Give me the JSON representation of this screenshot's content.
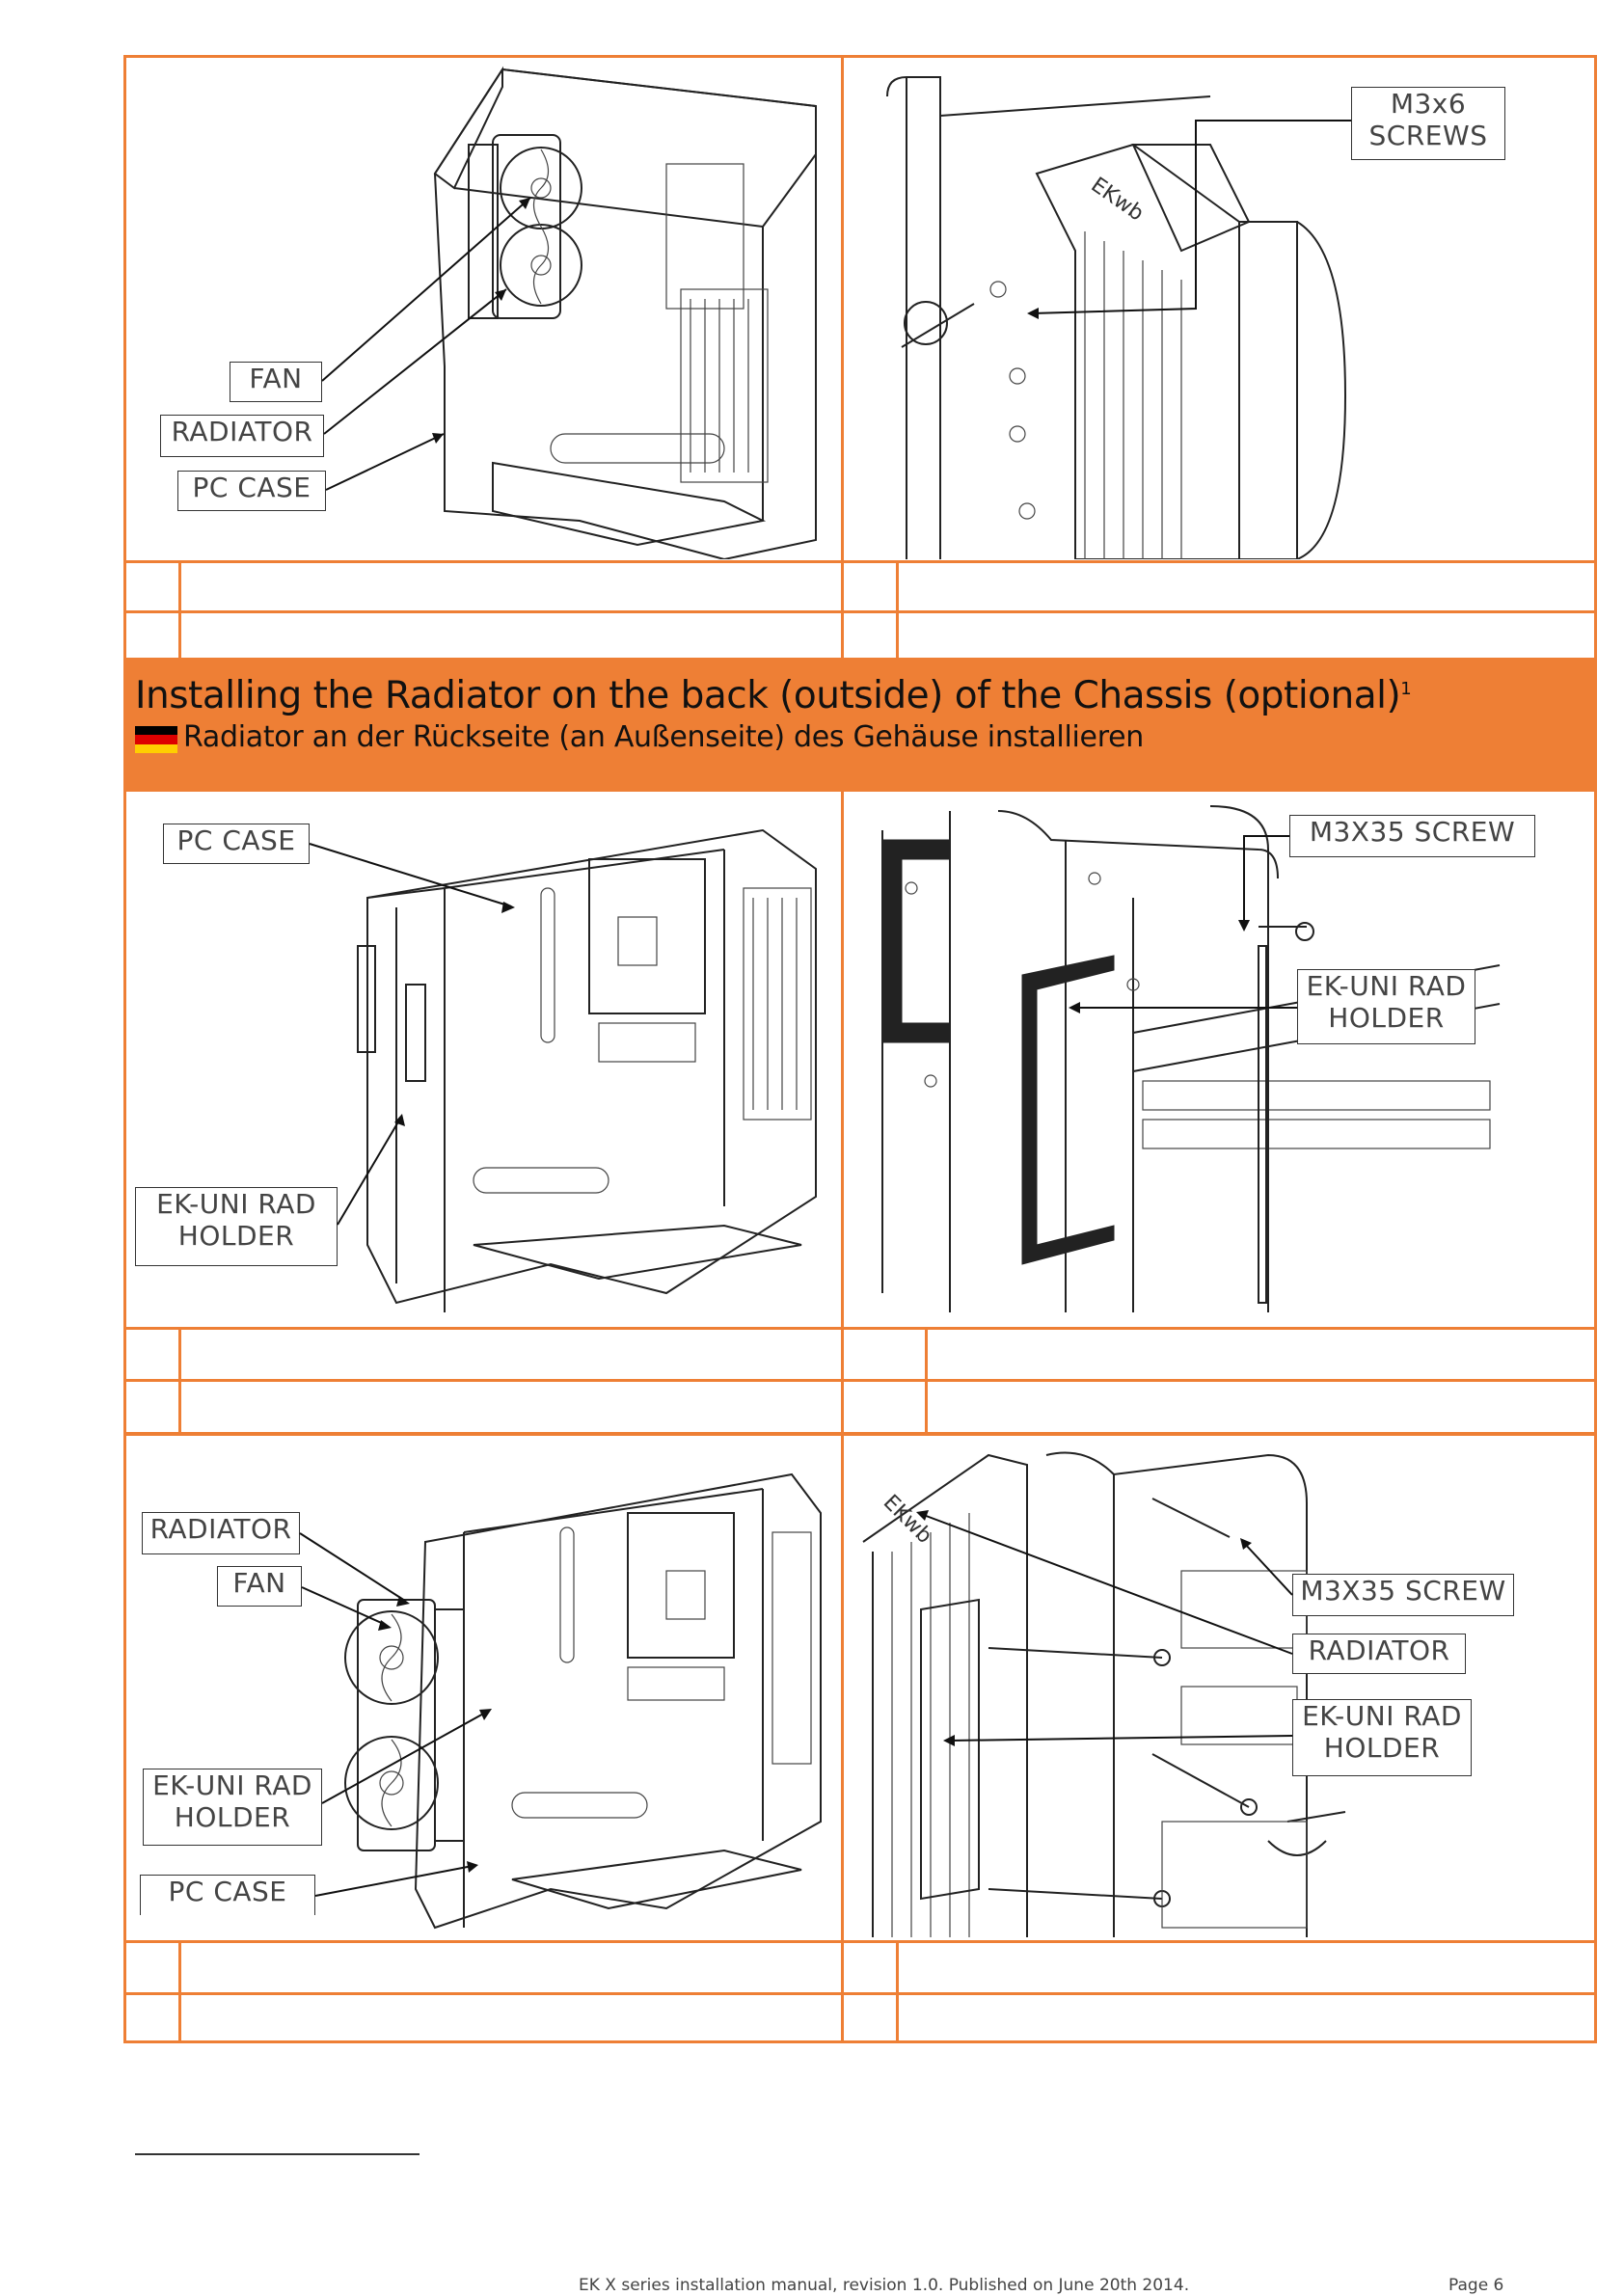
{
  "section1": {
    "labels": {
      "fan": "FAN",
      "radiator": "RADIATOR",
      "pc_case": "PC CASE",
      "screws": "M3x6\nSCREWS"
    }
  },
  "banner": {
    "title_en": "Installing the Radiator on the back (outside) of the Chassis (optional)",
    "footnote_mark": "1",
    "title_de": "Radiator an der Rückseite (an Außenseite) des Gehäuse installieren",
    "flag_colors": [
      "#000000",
      "#dd0000",
      "#ffce00"
    ]
  },
  "section2": {
    "labels": {
      "pc_case": "PC CASE",
      "holder_left": "EK-UNI RAD\nHOLDER",
      "screw": "M3X35 SCREW",
      "holder_right": "EK-UNI RAD\nHOLDER"
    }
  },
  "section3": {
    "labels": {
      "radiator_left": "RADIATOR",
      "fan": "FAN",
      "holder_left": "EK-UNI RAD\nHOLDER",
      "pc_case": "PC CASE",
      "screw": "M3X35 SCREW",
      "radiator_right": "RADIATOR",
      "holder_right": "EK-UNI RAD\nHOLDER"
    }
  },
  "footer": {
    "text": "EK X series installation manual, revision 1.0. Published on June 20th 2014.",
    "page": "Page 6"
  },
  "colors": {
    "accent": "#ee7f35",
    "line": "#222222"
  }
}
